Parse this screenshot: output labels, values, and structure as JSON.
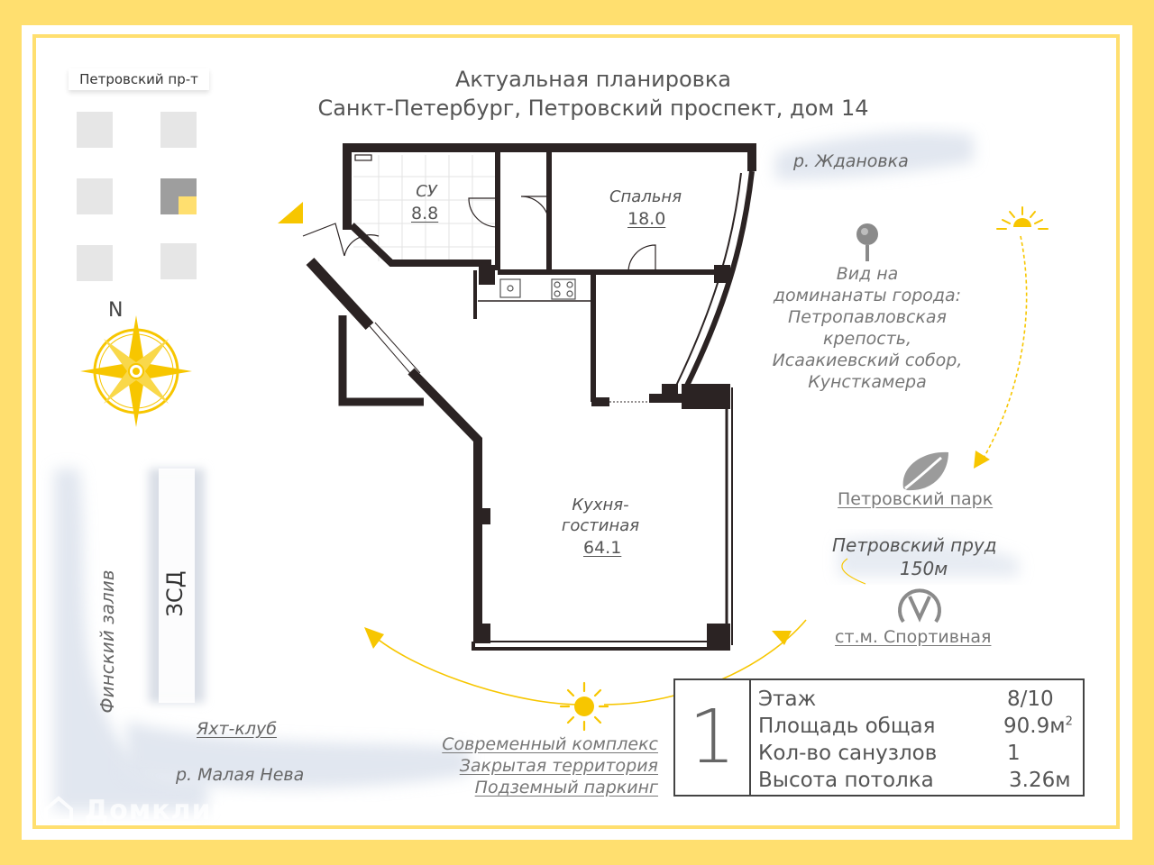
{
  "header": {
    "title_line1": "Актуальная планировка",
    "title_line2": "Санкт-Петербург, Петровский проспект, дом 14"
  },
  "map": {
    "street_label": "Петровский пр-т",
    "compass_north": "N",
    "bay_label": "Финский залив",
    "highway_label": "ЗСД",
    "yacht_club": "Яхт-клуб",
    "malaya_neva": "р. Малая Нева",
    "zhdanovka": "р. Ждановка"
  },
  "rooms": {
    "bathroom": {
      "name": "СУ",
      "area": "8.8"
    },
    "bedroom": {
      "name": "Спальня",
      "area": "18.0"
    },
    "kitchen": {
      "name_line1": "Кухня-",
      "name_line2": "гостиная",
      "area": "64.1"
    }
  },
  "features": {
    "view_lines": [
      "Вид на",
      "доминанаты города:",
      "Петропавловская",
      "крепость,",
      "Исаакиевский собор,",
      "Кунсткамера"
    ],
    "park": "Петровский парк",
    "pond_line1": "Петровский пруд",
    "pond_line2": "150м",
    "metro": "ст.м. Спортивная",
    "amenities": [
      "Современный комплекс",
      "Закрытая территория",
      "Подземный паркинг"
    ]
  },
  "info_table": {
    "number": "1",
    "rows": [
      {
        "label": "Этаж",
        "value": "8/10"
      },
      {
        "label": "Площадь общая",
        "value": "90.9м",
        "sup": "2"
      },
      {
        "label": "Кол-во санузлов",
        "value": "1"
      },
      {
        "label": "Высота потолка",
        "value": "3.26м"
      }
    ]
  },
  "watermark": "Домклик",
  "colors": {
    "accent": "#ffdf6f",
    "sun": "#f7c600",
    "wall": "#2b2323",
    "text": "#555555"
  }
}
